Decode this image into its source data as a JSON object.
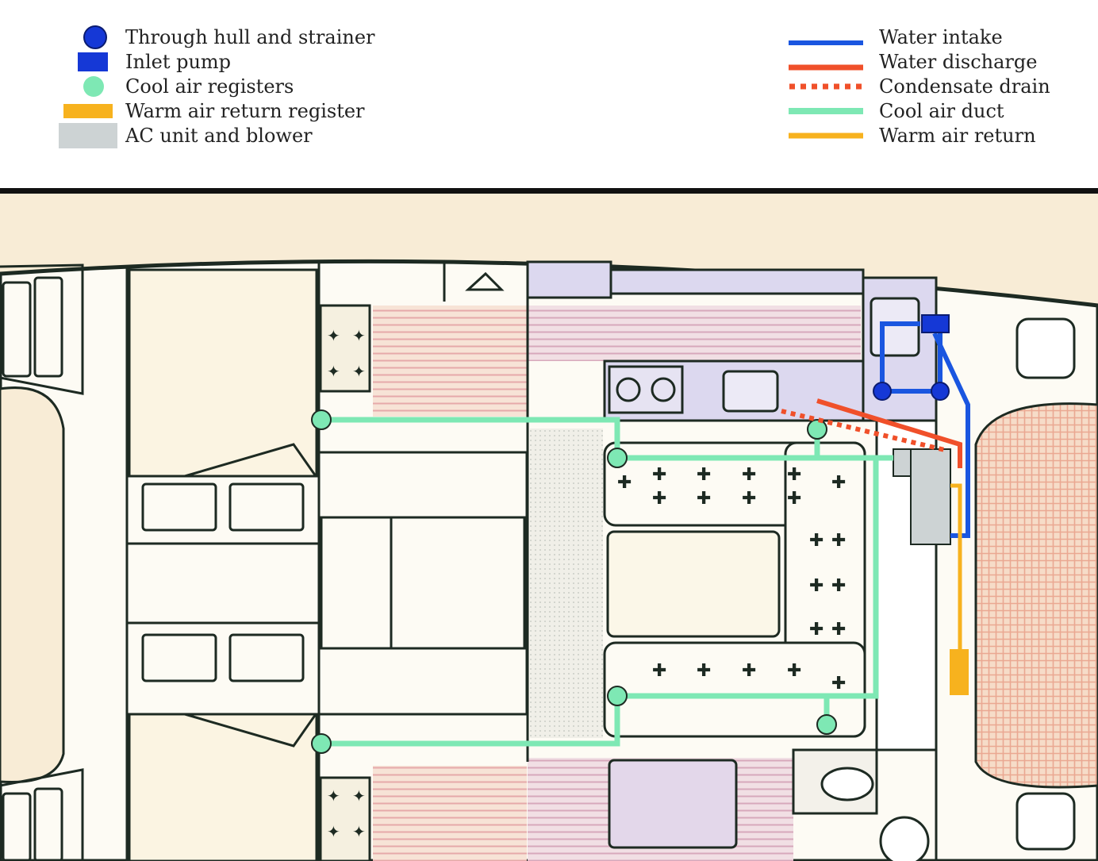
{
  "legend_left": [
    {
      "label": "Through hull and strainer",
      "icon": "circle",
      "color": "#1538d6"
    },
    {
      "label": "Inlet pump",
      "icon": "square",
      "color": "#1538d6"
    },
    {
      "label": "Cool air registers",
      "icon": "circle",
      "color": "#7ee8b4"
    },
    {
      "label": "Warm air return register",
      "icon": "bar",
      "color": "#f7b21e"
    },
    {
      "label": "AC unit and blower",
      "icon": "block",
      "color": "#cdd3d4"
    }
  ],
  "legend_right": [
    {
      "label": "Water intake",
      "style": "solid",
      "color": "#1a56e0"
    },
    {
      "label": "Water discharge",
      "style": "solid",
      "color": "#f0502a"
    },
    {
      "label": "Condensate drain",
      "style": "dotted",
      "color": "#f0502a"
    },
    {
      "label": "Cool air duct",
      "style": "solid",
      "color": "#7ee8b4"
    },
    {
      "label": "Warm air return",
      "style": "solid",
      "color": "#f7b21e"
    }
  ],
  "colors": {
    "background_plan": "#f8ecd6",
    "hull_interior": "#fdfbf4",
    "galley": "#dcd8ef",
    "pink_floor": "#f2d3cf",
    "grid_floor": "#f3cdb6",
    "outline": "#1d2a22"
  }
}
